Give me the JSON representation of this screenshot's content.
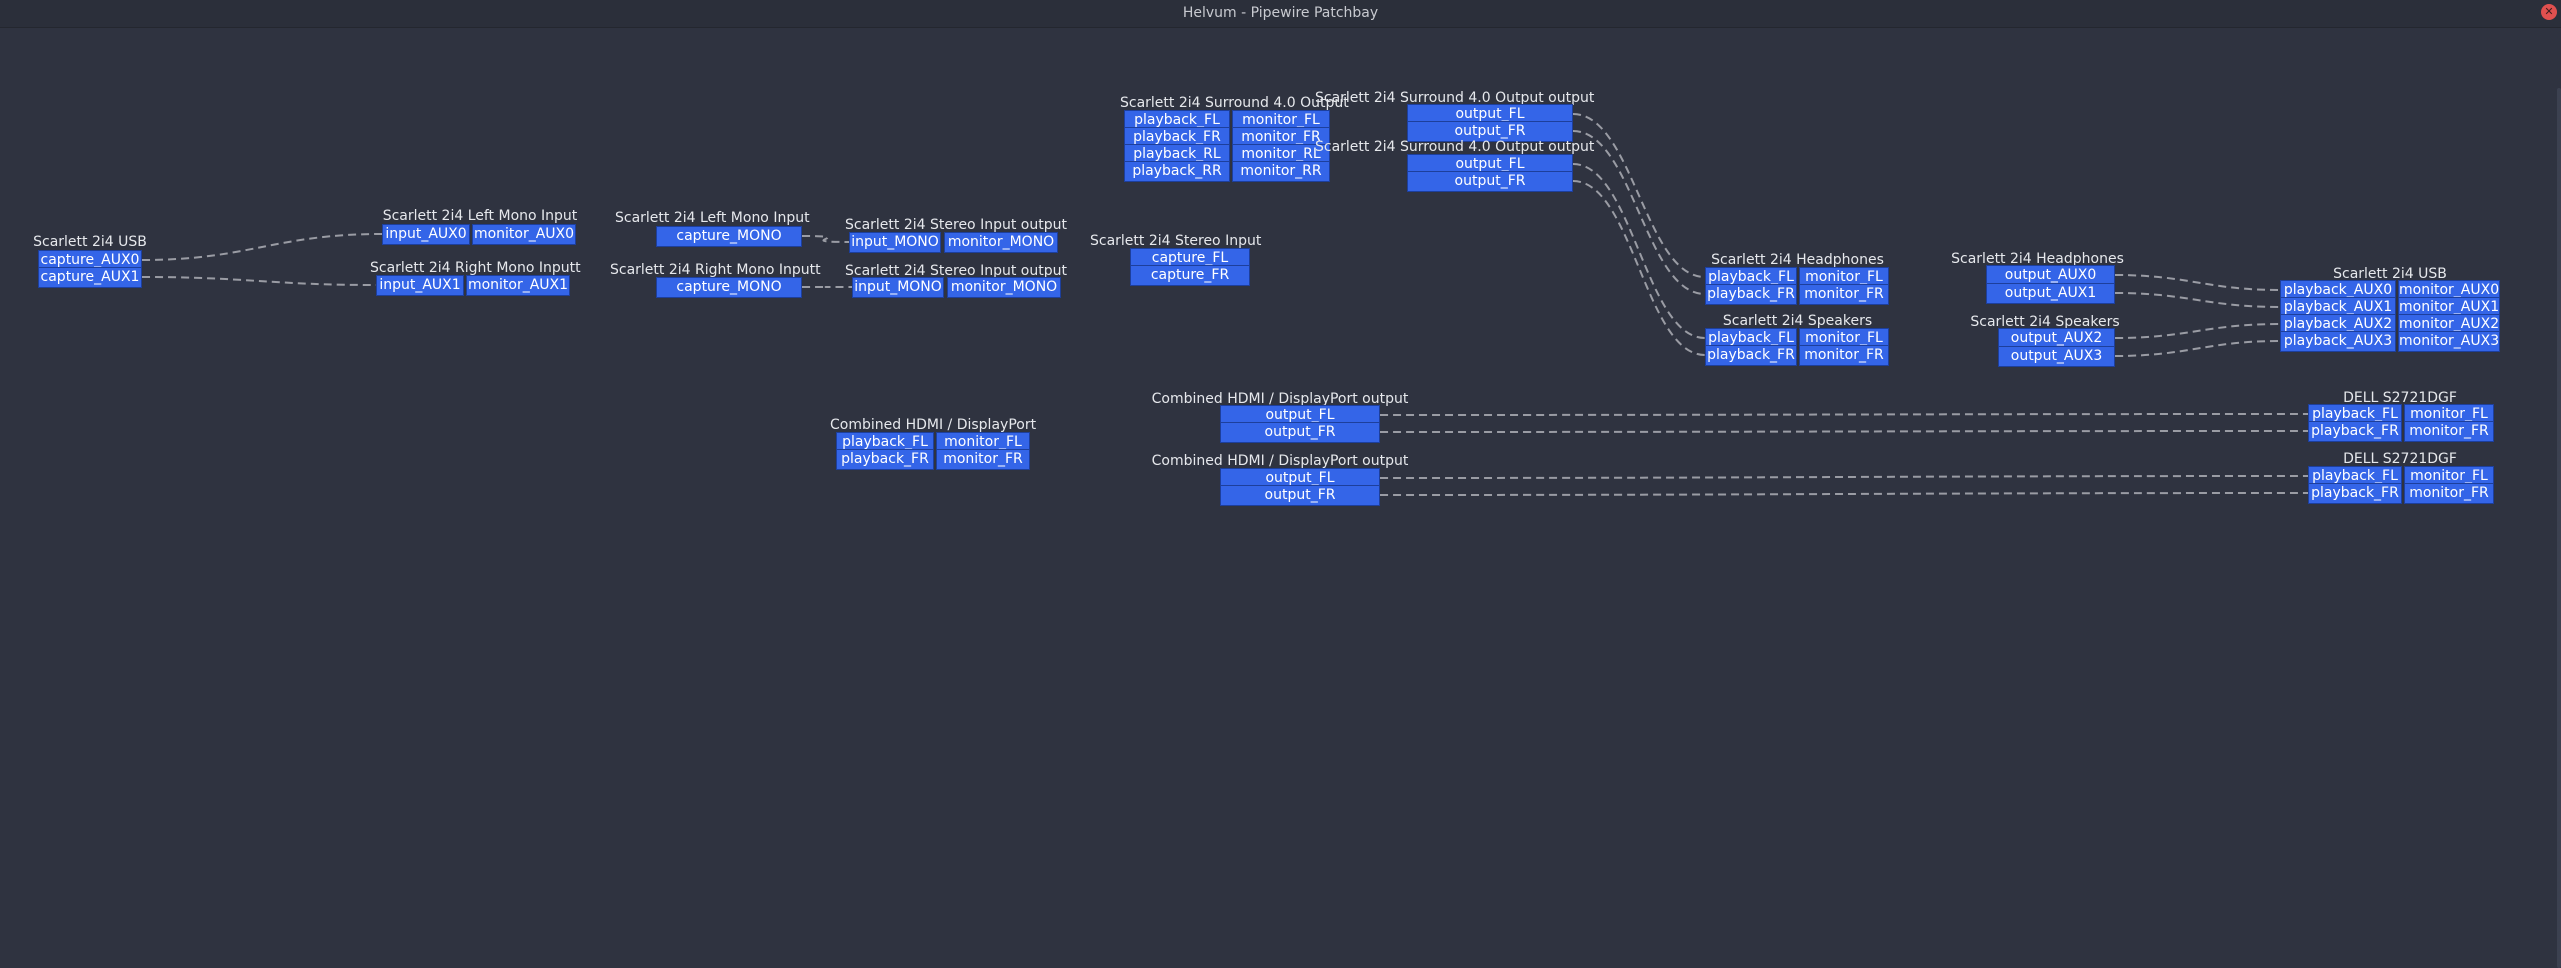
{
  "window": {
    "title": "Helvum - Pipewire Patchbay"
  },
  "nodes": {
    "usb_src": {
      "title": "Scarlett 2i4 USB",
      "ports": [
        "capture_AUX0",
        "capture_AUX1"
      ]
    },
    "left_mono_in": {
      "title": "Scarlett 2i4 Left Mono Input",
      "ports": [
        "input_AUX0",
        "monitor_AUX0"
      ]
    },
    "right_mono_in": {
      "title": "Scarlett 2i4 Right Mono Inputt",
      "ports": [
        "input_AUX1",
        "monitor_AUX1"
      ]
    },
    "left_mono_in_src": {
      "title": "Scarlett 2i4 Left Mono Input",
      "ports": [
        "capture_MONO"
      ]
    },
    "right_mono_in_src": {
      "title": "Scarlett 2i4 Right Mono Inputt",
      "ports": [
        "capture_MONO"
      ]
    },
    "stereo_out1": {
      "title": "Scarlett 2i4 Stereo Input output",
      "ports": [
        "input_MONO",
        "monitor_MONO"
      ]
    },
    "stereo_out2": {
      "title": "Scarlett 2i4 Stereo Input output",
      "ports": [
        "input_MONO",
        "monitor_MONO"
      ]
    },
    "stereo_in": {
      "title": "Scarlett 2i4 Stereo Input",
      "ports": [
        "capture_FL",
        "capture_FR"
      ]
    },
    "surround_sink": {
      "title": "Scarlett 2i4 Surround 4.0 Output",
      "ports": [
        "playback_FL",
        "monitor_FL",
        "playback_FR",
        "monitor_FR",
        "playback_RL",
        "monitor_RL",
        "playback_RR",
        "monitor_RR"
      ]
    },
    "surround_out1": {
      "title": "Scarlett 2i4 Surround 4.0 Output output",
      "ports": [
        "output_FL",
        "output_FR"
      ]
    },
    "surround_out2": {
      "title": "Scarlett 2i4 Surround 4.0 Output output",
      "ports": [
        "output_FL",
        "output_FR"
      ]
    },
    "headphones_sink": {
      "title": "Scarlett 2i4 Headphones",
      "ports": [
        "playback_FL",
        "monitor_FL",
        "playback_FR",
        "monitor_FR"
      ]
    },
    "speakers_sink": {
      "title": "Scarlett 2i4 Speakers",
      "ports": [
        "playback_FL",
        "monitor_FL",
        "playback_FR",
        "monitor_FR"
      ]
    },
    "headphones_src": {
      "title": "Scarlett 2i4 Headphones",
      "ports": [
        "output_AUX0",
        "output_AUX1"
      ]
    },
    "speakers_src": {
      "title": "Scarlett 2i4 Speakers",
      "ports": [
        "output_AUX2",
        "output_AUX3"
      ]
    },
    "usb_sink": {
      "title": "Scarlett 2i4 USB",
      "ports": [
        "playback_AUX0",
        "monitor_AUX0",
        "playback_AUX1",
        "monitor_AUX1",
        "playback_AUX2",
        "monitor_AUX2",
        "playback_AUX3",
        "monitor_AUX3"
      ]
    },
    "hdmi_sink": {
      "title": "Combined HDMI / DisplayPort",
      "ports": [
        "playback_FL",
        "monitor_FL",
        "playback_FR",
        "monitor_FR"
      ]
    },
    "hdmi_out1": {
      "title": "Combined HDMI / DisplayPort output",
      "ports": [
        "output_FL",
        "output_FR"
      ]
    },
    "hdmi_out2": {
      "title": "Combined HDMI / DisplayPort output",
      "ports": [
        "output_FL",
        "output_FR"
      ]
    },
    "dell1": {
      "title": "DELL S2721DGF",
      "ports": [
        "playback_FL",
        "monitor_FL",
        "playback_FR",
        "monitor_FR"
      ]
    },
    "dell2": {
      "title": "DELL S2721DGF",
      "ports": [
        "playback_FL",
        "monitor_FL",
        "playback_FR",
        "monitor_FR"
      ]
    }
  },
  "colors": {
    "background": "#2f3340",
    "port": "#3465e8",
    "link": "#9a9ca4"
  }
}
